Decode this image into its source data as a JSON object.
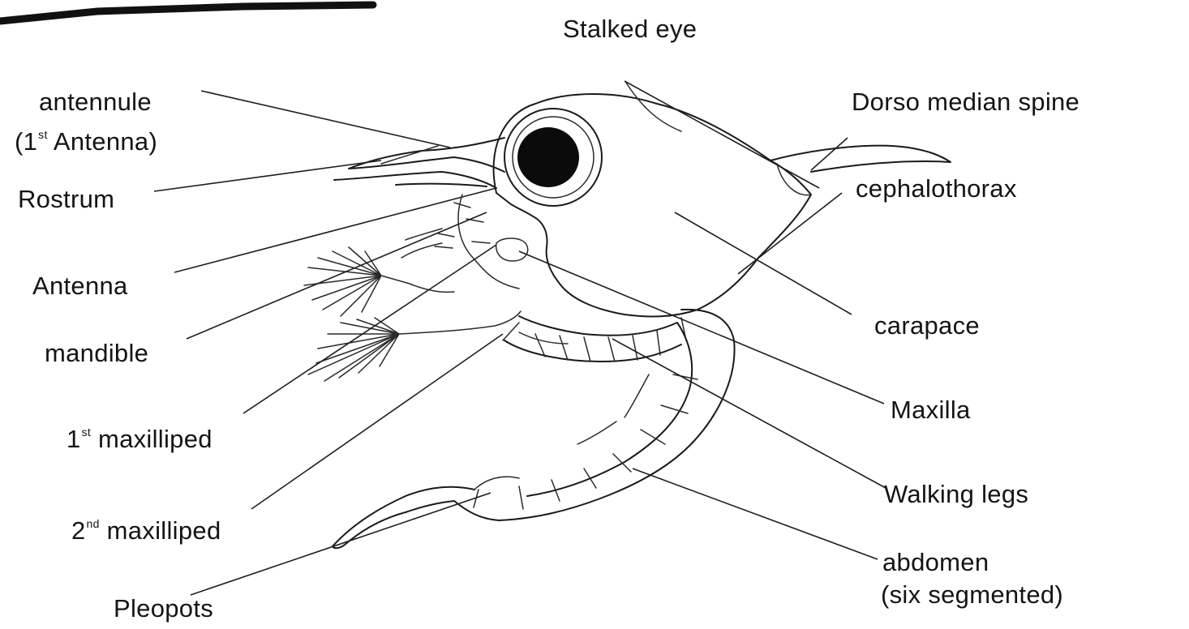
{
  "diagram": {
    "colors": {
      "ink": "#141414",
      "background": "#ffffff"
    },
    "labels": {
      "stalked_eye": "Stalked eye",
      "antennule": "antennule",
      "antennule_note_prefix": "(1",
      "antennule_note_sup": "st",
      "antennule_note_suffix": " Antenna)",
      "rostrum": "Rostrum",
      "antenna": "Antenna",
      "mandible": "mandible",
      "maxilliped_1_num": "1",
      "maxilliped_1_sup": "st",
      "maxilliped_1_text": " maxilliped",
      "maxilliped_2_num": "2",
      "maxilliped_2_sup": "nd",
      "maxilliped_2_text": " maxilliped",
      "pleopots": "Pleopots",
      "dorso_median_spine": "Dorso median spine",
      "cephalothorax": "cephalothorax",
      "carapace": "carapace",
      "maxilla": "Maxilla",
      "walking_legs": "Walking legs",
      "abdomen": "abdomen",
      "abdomen_note": "(six segmented)"
    }
  }
}
